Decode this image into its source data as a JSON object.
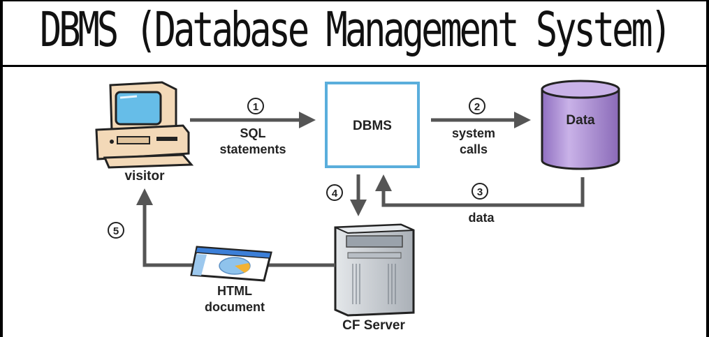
{
  "title": "DBMS (Database Management System)",
  "nodes": {
    "visitor": "visitor",
    "dbms": "DBMS",
    "data": "Data",
    "cf_server": "CF Server"
  },
  "steps": [
    {
      "number": "1",
      "label_lines": [
        "SQL",
        "statements"
      ]
    },
    {
      "number": "2",
      "label_lines": [
        "system",
        "calls"
      ]
    },
    {
      "number": "3",
      "label_lines": [
        "data"
      ]
    },
    {
      "number": "4",
      "label_lines": []
    },
    {
      "number": "5",
      "label_lines": []
    }
  ],
  "document_label_lines": [
    "HTML",
    "document"
  ],
  "colors": {
    "arrow": "#555555",
    "dbms_border": "#5aaedc",
    "data_cylinder": "#b49ad6",
    "monitor_body": "#f3d9b8",
    "screen": "#66bde8",
    "server": "#cfd3d8"
  }
}
